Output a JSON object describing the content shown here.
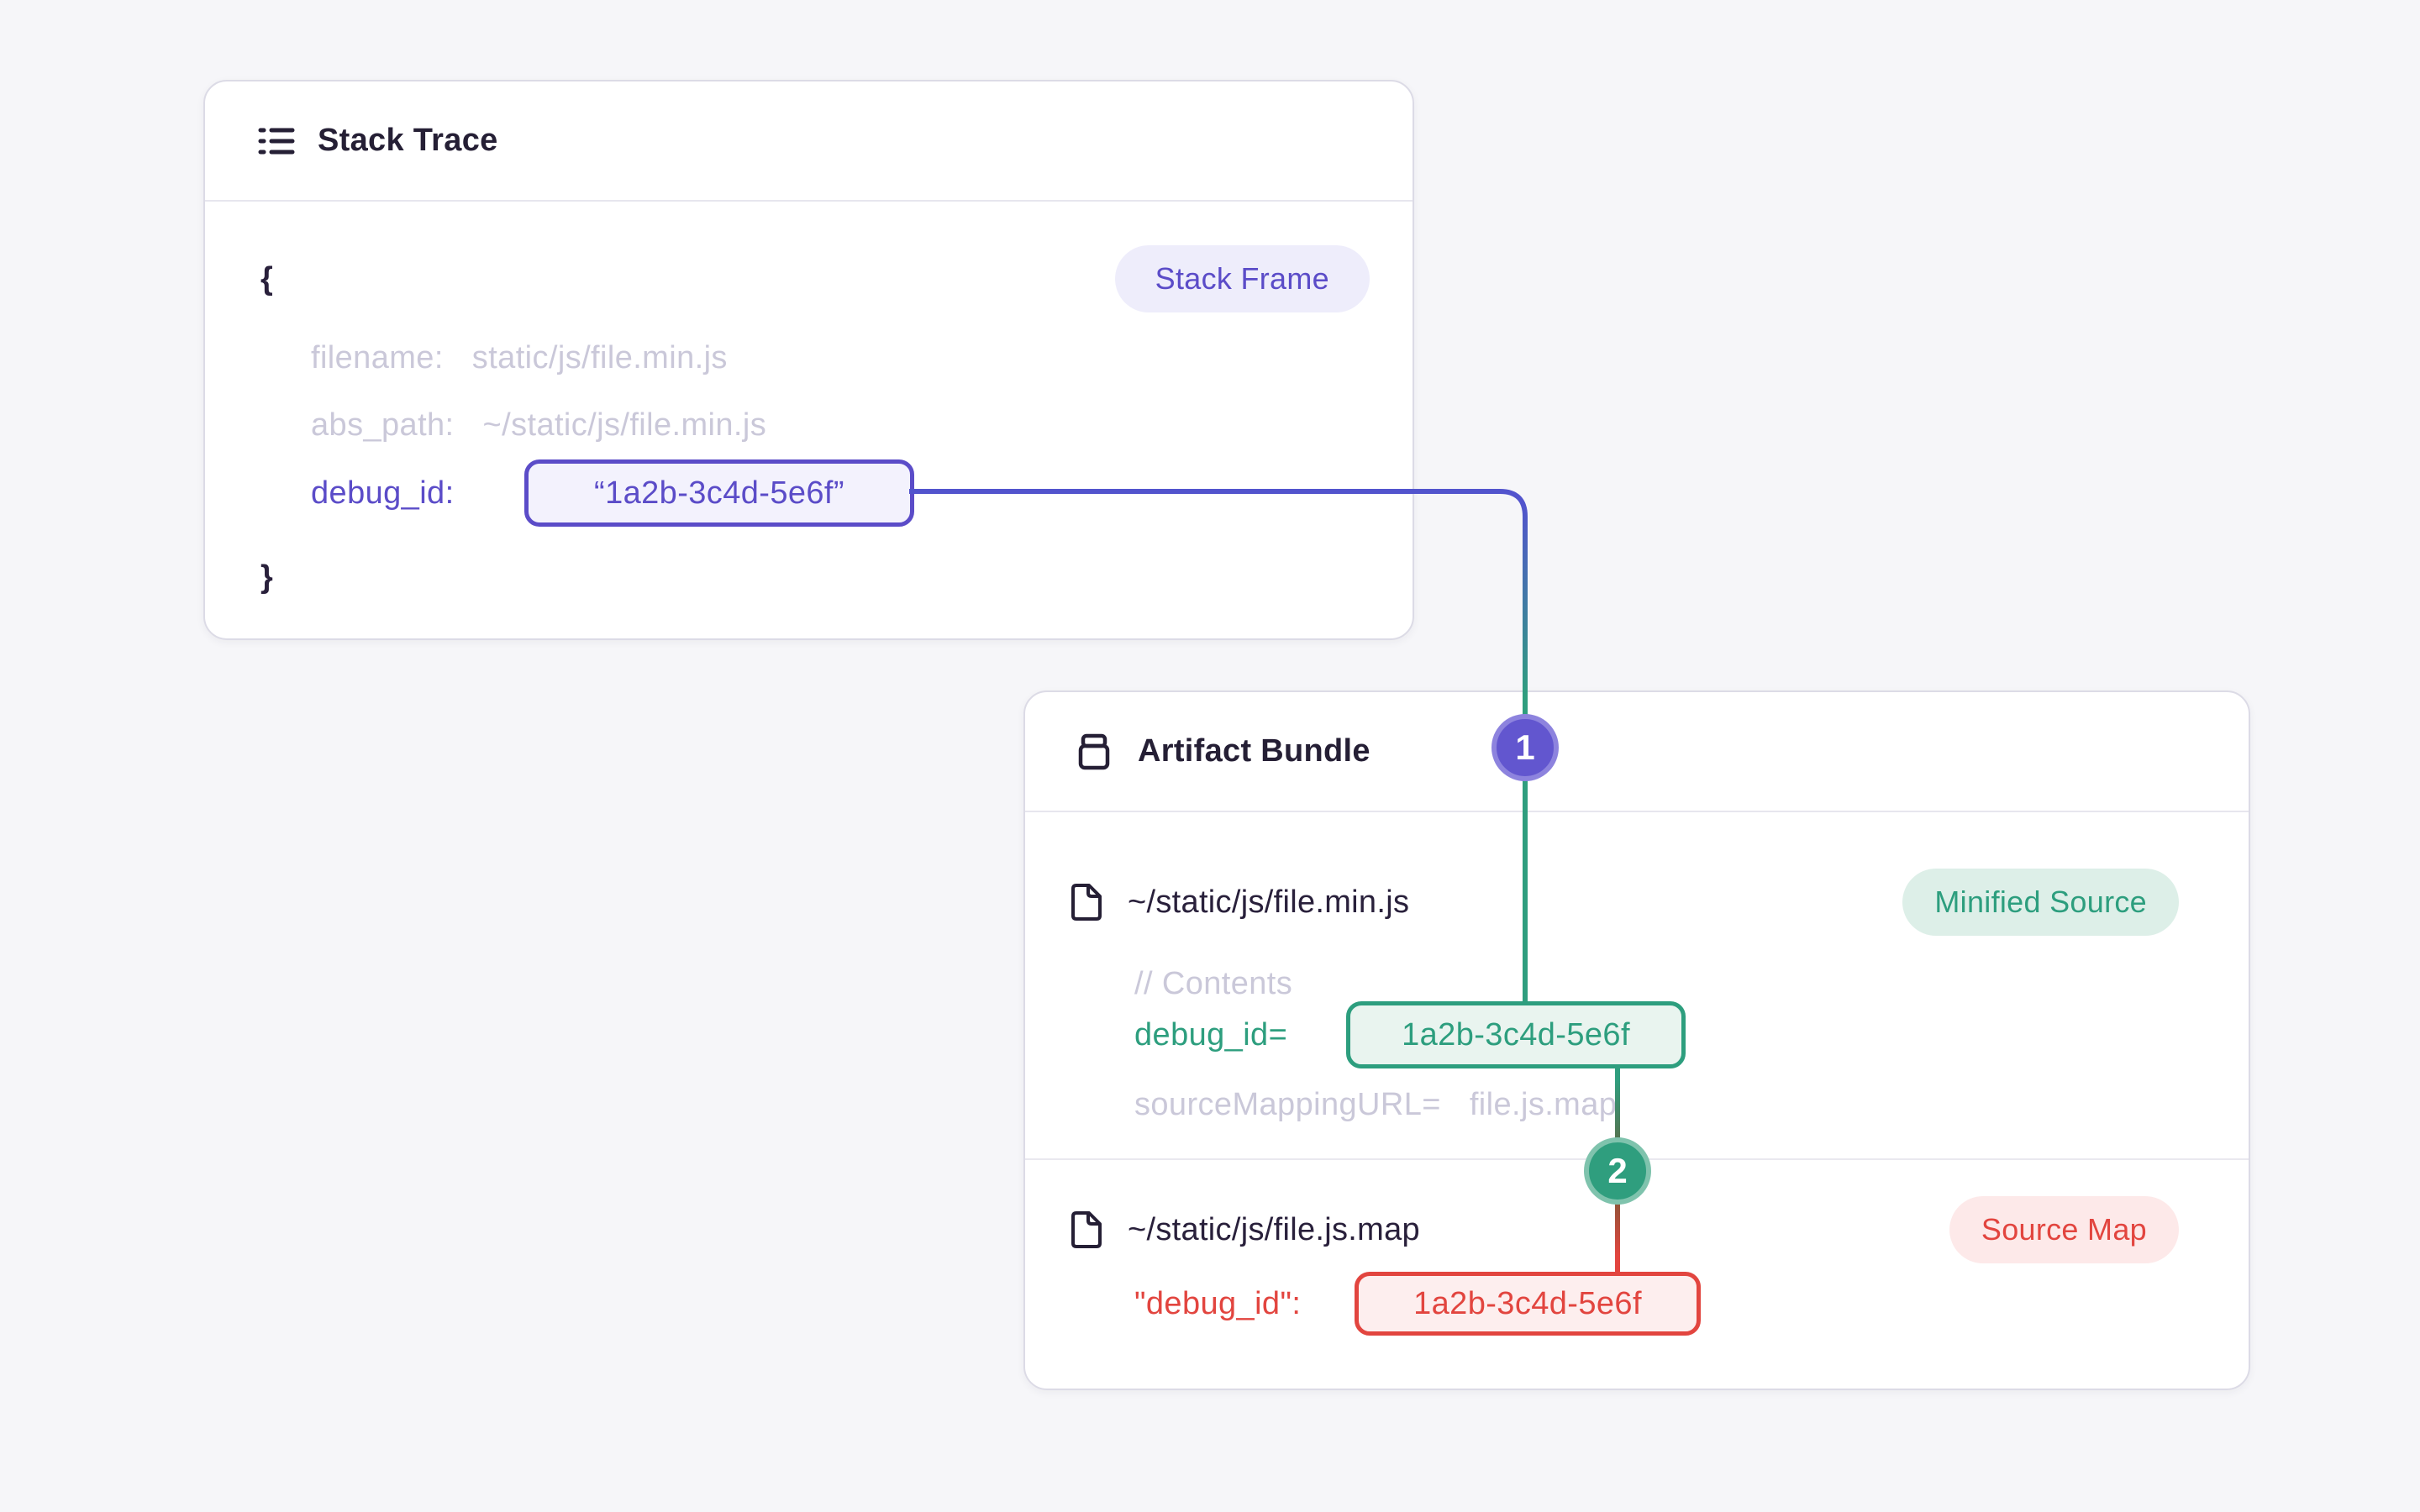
{
  "colors": {
    "page_bg": "#f6f6f9",
    "card_border": "#dcdbe6",
    "heading_text": "#251f35",
    "muted_code_text": "#cac8d9",
    "purple_accent": "#5b4cc8",
    "green_accent": "#2d9e7e",
    "red_accent": "#e2453f",
    "purple_badge_bg": "#eeedfb",
    "green_badge_bg": "#ddefe8",
    "red_badge_bg": "#fde9e9",
    "connector_purple": "#5254cd",
    "connector_green": "#2f9e7e",
    "connector_red": "#e2453f"
  },
  "stack_trace": {
    "title": "Stack Trace",
    "badge": "Stack Frame",
    "brace_open": "{",
    "brace_close": "}",
    "rows": {
      "filename": {
        "label": "filename:",
        "value": "static/js/file.min.js"
      },
      "abs_path": {
        "label": "abs_path:",
        "value": "~/static/js/file.min.js"
      },
      "debug": {
        "label": "debug_id:",
        "value": "“1a2b-3c4d-5e6f”"
      }
    }
  },
  "artifact_bundle": {
    "title": "Artifact Bundle",
    "files": [
      {
        "name": "~/static/js/file.min.js",
        "badge": "Minified Source",
        "comment": "// Contents",
        "debug": {
          "label": "debug_id=",
          "value": "1a2b-3c4d-5e6f"
        },
        "source_mapping": {
          "label": "sourceMappingURL=",
          "value": "file.js.map"
        }
      },
      {
        "name": "~/static/js/file.js.map",
        "badge": "Source Map",
        "debug": {
          "label": "\"debug_id\":",
          "value": "1a2b-3c4d-5e6f"
        }
      }
    ]
  },
  "steps": {
    "step1": "1",
    "step2": "2"
  }
}
